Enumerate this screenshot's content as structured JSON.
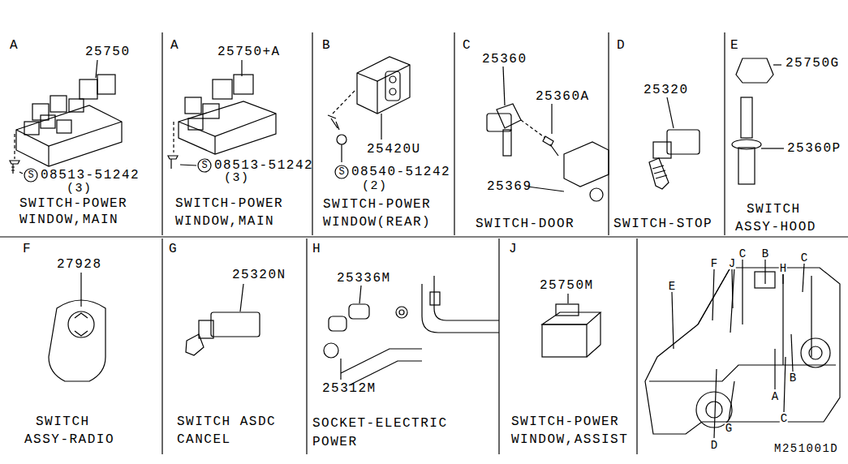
{
  "diagram": {
    "labels": [
      "A",
      "25750",
      "S",
      "08513-51242",
      "(3)",
      "SWITCH-POWER",
      "WINDOW,MAIN",
      "A",
      "25750+A",
      "S",
      "08513-51242",
      "(3)",
      "SWITCH-POWER",
      "WINDOW,MAIN",
      "B",
      "25420U",
      "S",
      "08540-51242",
      "(2)",
      "SWITCH-POWER",
      "WINDOW(REAR)",
      "C",
      "25360",
      "25360A",
      "25369",
      "SWITCH-DOOR",
      "D",
      "25320",
      "SWITCH-STOP",
      "E",
      "25750G",
      "25360P",
      "SWITCH",
      "ASSY-HOOD",
      "F",
      "27928",
      "SWITCH",
      "ASSY-RADIO",
      "G",
      "25320N",
      "SWITCH ASDC",
      "CANCEL",
      "H",
      "25336M",
      "25312M",
      "SOCKET-ELECTRIC",
      "POWER",
      "J",
      "25750M",
      "SWITCH-POWER",
      "WINDOW,ASSIST",
      "E",
      "F",
      "J",
      "C",
      "H",
      "B",
      "C",
      "B",
      "A",
      "C",
      "G",
      "D",
      "M251001D"
    ]
  }
}
